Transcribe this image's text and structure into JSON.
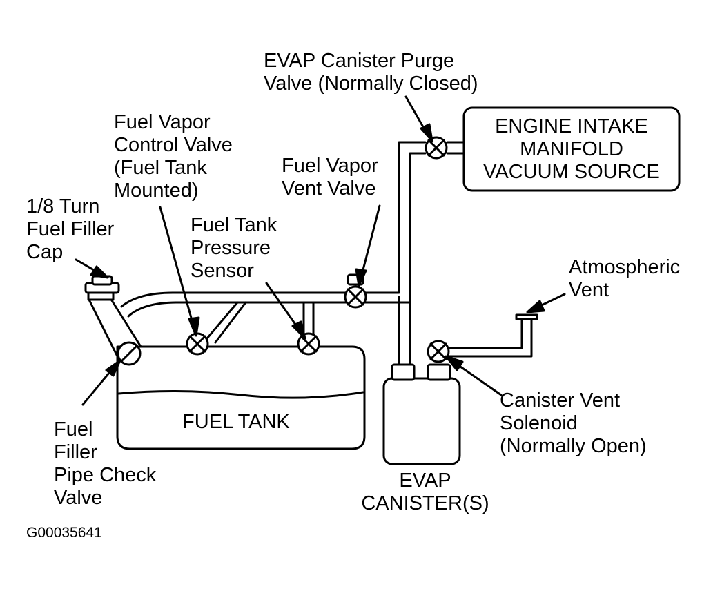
{
  "labels": {
    "purge_valve": [
      "EVAP Canister Purge",
      "Valve (Normally Closed)"
    ],
    "intake_manifold": [
      "ENGINE INTAKE",
      "MANIFOLD",
      "VACUUM SOURCE"
    ],
    "vapor_control_valve": [
      "Fuel Vapor",
      "Control Valve",
      "(Fuel Tank",
      "Mounted)"
    ],
    "vapor_vent_valve": [
      "Fuel Vapor",
      "Vent Valve"
    ],
    "filler_cap": [
      "1/8 Turn",
      "Fuel Filler",
      "Cap"
    ],
    "pressure_sensor": [
      "Fuel Tank",
      "Pressure",
      "Sensor"
    ],
    "atmospheric_vent": [
      "Atmospheric",
      "Vent"
    ],
    "fuel_tank": "FUEL TANK",
    "canister_vent_solenoid": [
      "Canister Vent",
      "Solenoid",
      "(Normally Open)"
    ],
    "check_valve": [
      "Fuel",
      "Filler",
      "Pipe Check",
      "Valve"
    ],
    "evap_canister": [
      "EVAP",
      "CANISTER(S)"
    ],
    "figure_id": "G00035641"
  },
  "colors": {
    "ink": "#000000",
    "paper": "#ffffff"
  }
}
